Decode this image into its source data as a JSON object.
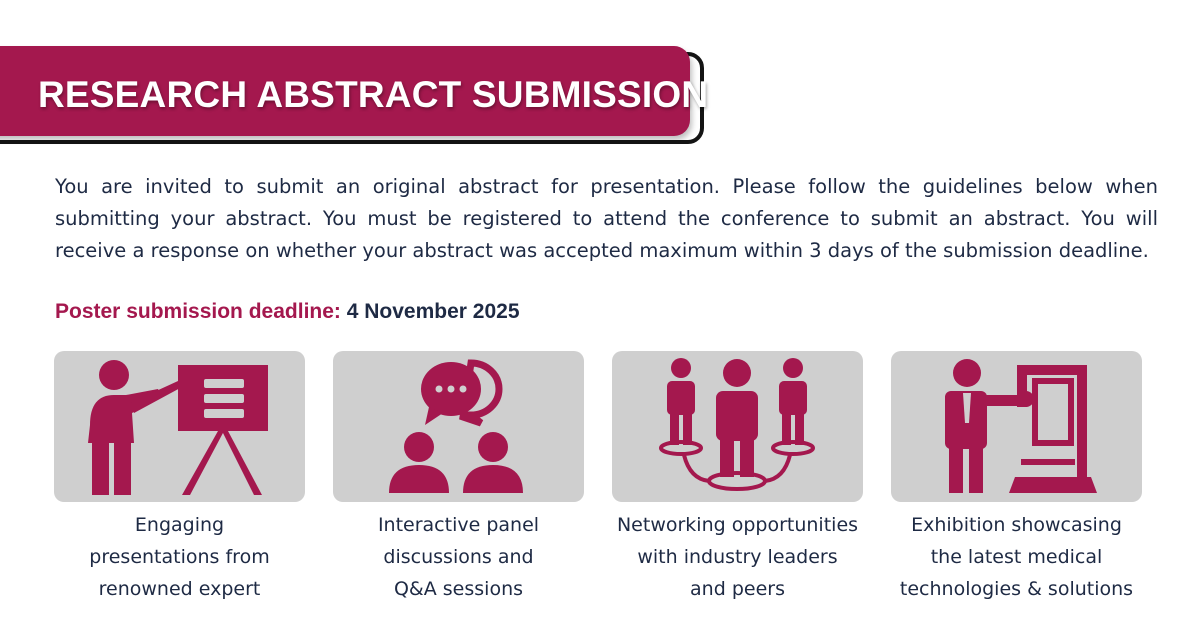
{
  "banner": {
    "title": "RESEARCH ABSTRACT SUBMISSION"
  },
  "intro": {
    "text": "You are invited to submit an original abstract for presentation. Please follow the guidelines below when submitting your abstract. You must be registered to attend the conference to submit an abstract. You will receive a response on whether your abstract was accepted maximum within 3 days of the submission deadline."
  },
  "deadline": {
    "label": "Poster submission deadline:",
    "value": "4 November 2025"
  },
  "features": [
    {
      "icon": "presenter-board-icon",
      "lines": [
        "Engaging",
        "presentations from",
        "renowned expert"
      ]
    },
    {
      "icon": "chat-people-icon",
      "lines": [
        "Interactive panel",
        "discussions and",
        "Q&A sessions"
      ]
    },
    {
      "icon": "network-people-icon",
      "lines": [
        "Networking opportunities",
        "with industry leaders",
        "and peers"
      ]
    },
    {
      "icon": "exhibition-booth-icon",
      "lines": [
        "Exhibition showcasing",
        "the latest medical",
        "technologies & solutions"
      ]
    }
  ],
  "colors": {
    "brand": "#a4184e",
    "text": "#1e2a44",
    "card": "#cfcfcf"
  }
}
